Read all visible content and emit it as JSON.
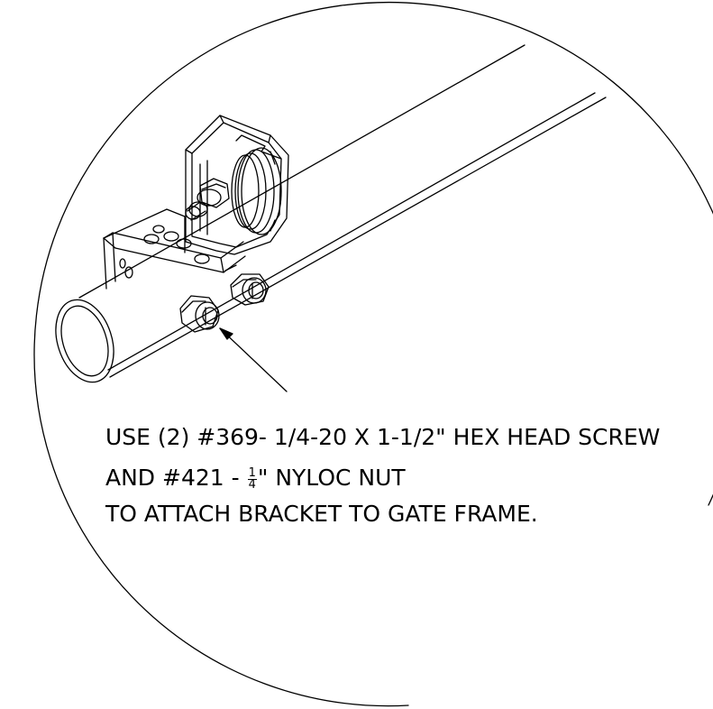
{
  "callout": {
    "line1": "USE (2) #369- 1/4-20 X 1-1/2\" HEX HEAD SCREW",
    "line2_prefix": "AND #421 - ",
    "fraction_num": "1",
    "fraction_den": "4",
    "line2_suffix": "\" NYLOC NUT",
    "line3": "TO ATTACH BRACKET TO GATE FRAME."
  },
  "colors": {
    "line": "#000000",
    "background": "#ffffff"
  }
}
